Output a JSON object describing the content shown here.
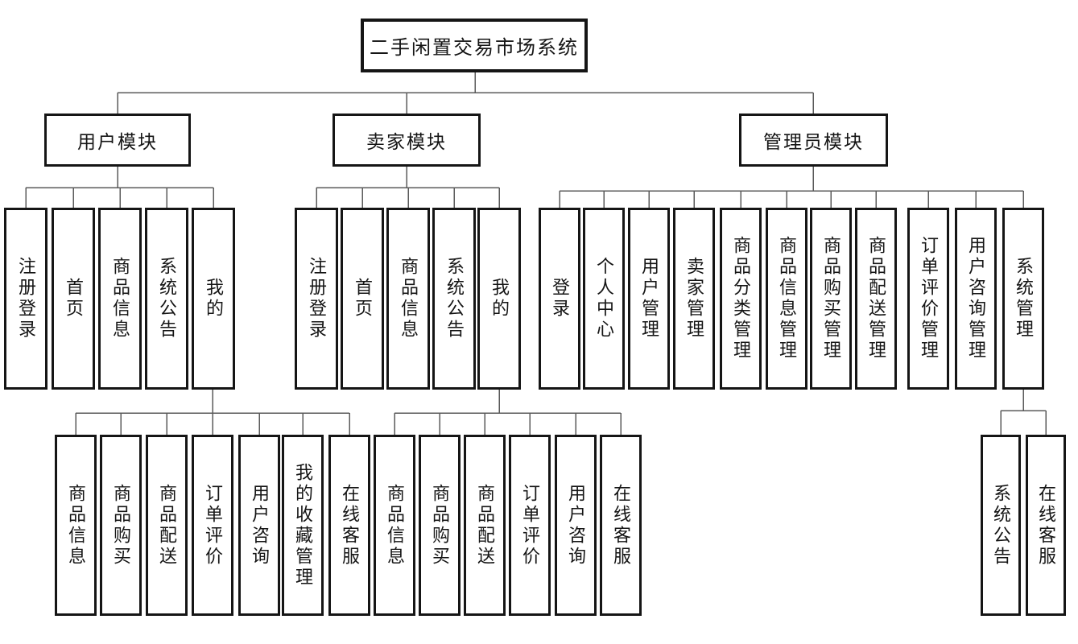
{
  "root": {
    "label": "二手闲置交易市场系统"
  },
  "modules": {
    "user": {
      "label": "用户模块",
      "children": [
        "注册登录",
        "首页",
        "商品信息",
        "系统公告",
        "我的"
      ]
    },
    "seller": {
      "label": "卖家模块",
      "children": [
        "注册登录",
        "首页",
        "商品信息",
        "系统公告",
        "我的"
      ]
    },
    "admin": {
      "label": "管理员模块",
      "children": [
        "登录",
        "个人中心",
        "用户管理",
        "卖家管理",
        "商品分类管理",
        "商品信息管理",
        "商品购买管理",
        "商品配送管理",
        "订单评价管理",
        "用户咨询管理",
        "系统管理"
      ]
    }
  },
  "subtrees": {
    "user_my": [
      "商品信息",
      "商品购买",
      "商品配送",
      "订单评价",
      "用户咨询",
      "我的收藏管理",
      "在线客服"
    ],
    "seller_my": [
      "商品信息",
      "商品购买",
      "商品配送",
      "订单评价",
      "用户咨询",
      "在线客服"
    ],
    "admin_system": [
      "系统公告",
      "在线客服"
    ]
  },
  "colors": {
    "background": "#ffffff",
    "box_border": "#151515",
    "text": "#151515",
    "line": "#5a5a5a"
  }
}
